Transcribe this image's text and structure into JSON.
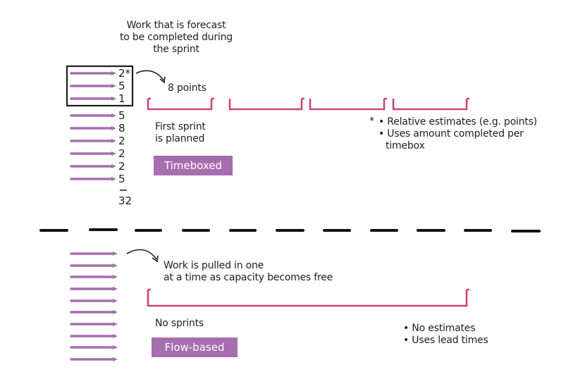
{
  "top": {
    "forecast_note": [
      "Work that is forecast",
      "to be completed during",
      "the sprint"
    ],
    "estimates": [
      "2*",
      "5",
      "1",
      "5",
      "8",
      "2",
      "2",
      "2",
      "5"
    ],
    "total": "32",
    "sprint_points": "8 points",
    "first_sprint_note": [
      "First sprint",
      "is planned"
    ],
    "label": "Timeboxed",
    "star": "*",
    "bullets": [
      "• Relative estimates (e.g. points)",
      "• Uses amount completed per",
      "timebox"
    ]
  },
  "bottom": {
    "pull_note": [
      "Work is pulled in one",
      "at a time as capacity becomes free"
    ],
    "no_sprints": "No sprints",
    "label": "Flow-based",
    "bullets": [
      "• No estimates",
      "• Uses lead times"
    ]
  },
  "colors": {
    "backlog_item": "#a66eae",
    "sprint_bracket": "#d0427a",
    "tag_bg": "#a66eae",
    "ink": "#1e1e1e"
  }
}
